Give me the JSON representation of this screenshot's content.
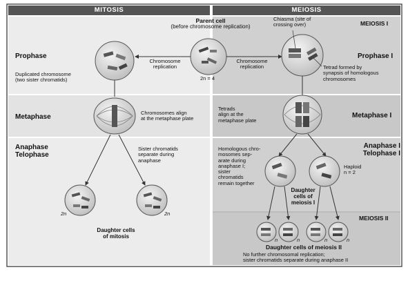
{
  "headers": {
    "mitosis": "MITOSIS",
    "meiosis": "MEIOSIS"
  },
  "meiosis_sections": {
    "one": "MEIOSIS I",
    "two": "MEIOSIS II"
  },
  "parent": {
    "title": "Parent cell",
    "subtitle": "(before chromosome replication)",
    "ploidy": "2n = 4"
  },
  "replication": {
    "left": "Chromosome\nreplication",
    "right": "Chromosome\nreplication"
  },
  "mitosis": {
    "stages": {
      "prophase": "Prophase",
      "metaphase": "Metaphase",
      "anaphase": "Anaphase\nTelophase"
    },
    "notes": {
      "duplicated": "Duplicated chromosome\n(two sister chromatids)",
      "align": "Chromosomes align\nat the metaphase plate",
      "separate": "Sister chromatids\nseparate during\nanaphase"
    },
    "daughter_ploidy": "2n",
    "daughter_label": "Daughter cells\nof mitosis"
  },
  "meiosis": {
    "stages": {
      "prophase": "Prophase I",
      "metaphase": "Metaphase I",
      "anaphase": "Anaphase I\nTelophase I"
    },
    "notes": {
      "chiasma": "Chiasma (site of\ncrossing over)",
      "tetrad": "Tetrad formed by\nsynapsis of homologous\nchromosomes",
      "tetrads_align": "Tetrads\nalign at the\nmetaphase plate",
      "homologous": "Homologous chro-\nmosomes sep-\narate during\nanaphase I;\nsister\nchromatids\nremain together",
      "haploid": "Haploid\nn = 2",
      "daughter1": "Daughter\ncells of\nmeiosis I",
      "daughter2": "Daughter cells of meiosis II",
      "final": "No further chromosomal replication;\nsister chromatids separate during anaphase II",
      "n": "n"
    }
  },
  "colors": {
    "header": "#555555",
    "panel_light": "#eeeeee",
    "panel_dark": "#cccccc",
    "cell": "#d9d9d9",
    "line": "#333333"
  }
}
